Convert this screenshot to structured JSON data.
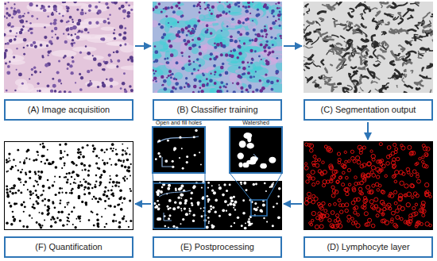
{
  "diagram": {
    "nodes": [
      {
        "text": [
          "(A) Image acquisition"
        ]
      },
      {
        "text": [
          "(B) Classifier training"
        ]
      },
      {
        "text": [
          "(C) Segmentation output"
        ]
      },
      {
        "text": [
          "(D) Lymphocyte layer"
        ]
      },
      {
        "text": [
          "(E) Postprocessing"
        ]
      },
      {
        "text": [
          "(F) Quantification"
        ]
      }
    ],
    "edges": [
      {
        "from": 0,
        "to": 1,
        "arrow": "to"
      },
      {
        "from": 1,
        "to": 2,
        "arrow": "to"
      },
      {
        "from": 2,
        "to": 3,
        "arrow": "to"
      },
      {
        "from": 3,
        "to": 4,
        "arrow": "to"
      },
      {
        "from": 4,
        "to": 5,
        "arrow": "to"
      }
    ],
    "labels": [
      "Open and fill holes",
      "Watershed"
    ]
  }
}
